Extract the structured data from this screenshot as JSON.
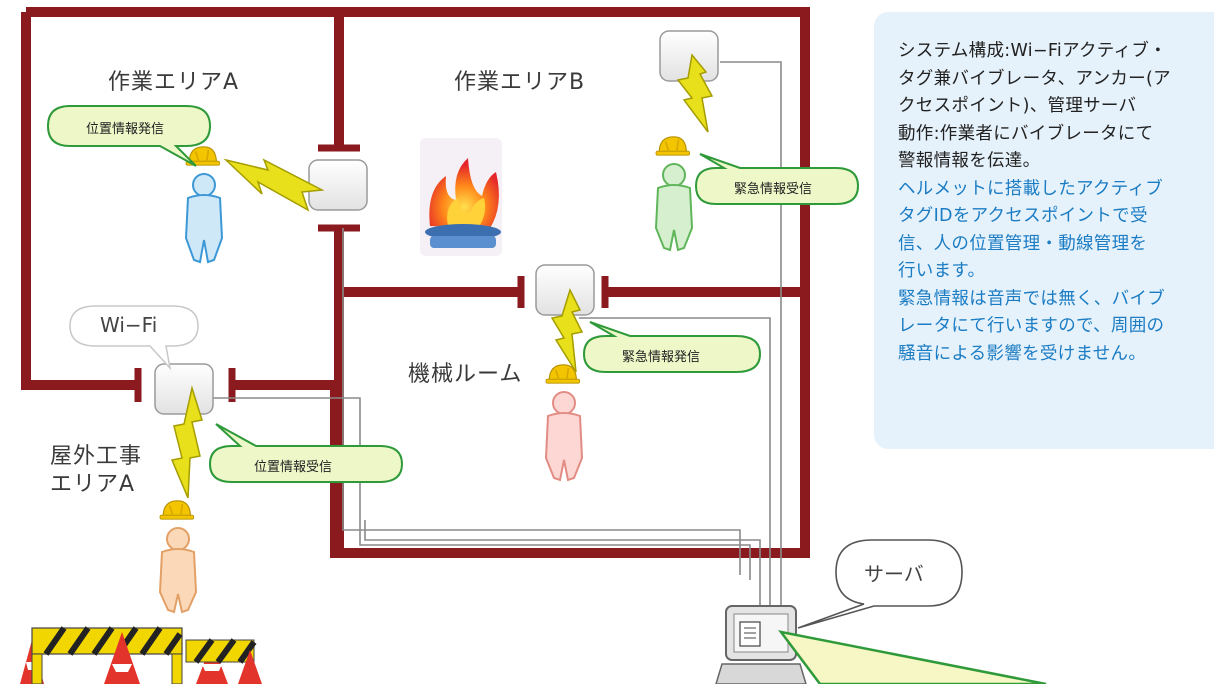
{
  "rooms": {
    "work_area_a": "作業エリアA",
    "work_area_b": "作業エリアB",
    "machine_room": "機械ルーム",
    "outdoor_line1": "屋外工事",
    "outdoor_line2": "エリアA"
  },
  "bubbles": {
    "position_send": "位置情報発信",
    "emergency_receive": "緊急情報受信",
    "emergency_send": "緊急情報発信",
    "position_receive": "位置情報受信",
    "wifi": "Wi−Fi",
    "server": "サーバ"
  },
  "info_panel": {
    "lines": [
      "システム構成:Wi−Fiアクティブ・",
      "タグ兼バイブレータ、アンカー(ア",
      "クセスポイント)、管理サーバ",
      "動作:作業者にバイブレータにて",
      "警報情報を伝達。",
      "ヘルメットに搭載したアクティブ",
      "タグIDをアクセスポイントで受",
      "信、人の位置管理・動線管理を",
      "行います。",
      "緊急情報は音声では無く、バイブ",
      "レータにて行いますので、周囲の",
      "騒音による影響を受けません。"
    ]
  },
  "colors": {
    "wall": "#8b1a1f",
    "panel_bg": "#e6f2fb",
    "info_blue": "#1b7cc4",
    "bubble_fill": "#eef7c8",
    "bubble_border": "#2f9a3a",
    "lightning": "#e8e01a",
    "helmet": "#f2c500"
  }
}
